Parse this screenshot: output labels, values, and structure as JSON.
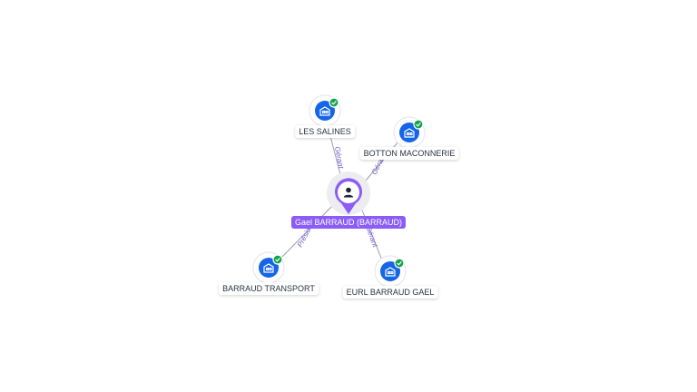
{
  "center": {
    "name": "Gael BARRAUD (BARRAUD)",
    "icon": "person-icon",
    "color": "#8b5cf6"
  },
  "companies": [
    {
      "name": "LES SALINES",
      "relation": "Gérant",
      "icon": "company-building-icon",
      "status": "verified"
    },
    {
      "name": "BOTTON MACONNERIE",
      "relation": "Gérant",
      "icon": "company-building-icon",
      "status": "verified"
    },
    {
      "name": "BARRAUD TRANSPORT",
      "relation": "Président",
      "icon": "company-building-icon",
      "status": "verified"
    },
    {
      "name": "EURL BARRAUD GAEL",
      "relation": "Gérant",
      "icon": "company-building-icon",
      "status": "verified"
    }
  ],
  "colors": {
    "company": "#1565e8",
    "verified": "#13a34a",
    "edge": "#9aa0ad",
    "relation_text": "#6d5bd0"
  }
}
